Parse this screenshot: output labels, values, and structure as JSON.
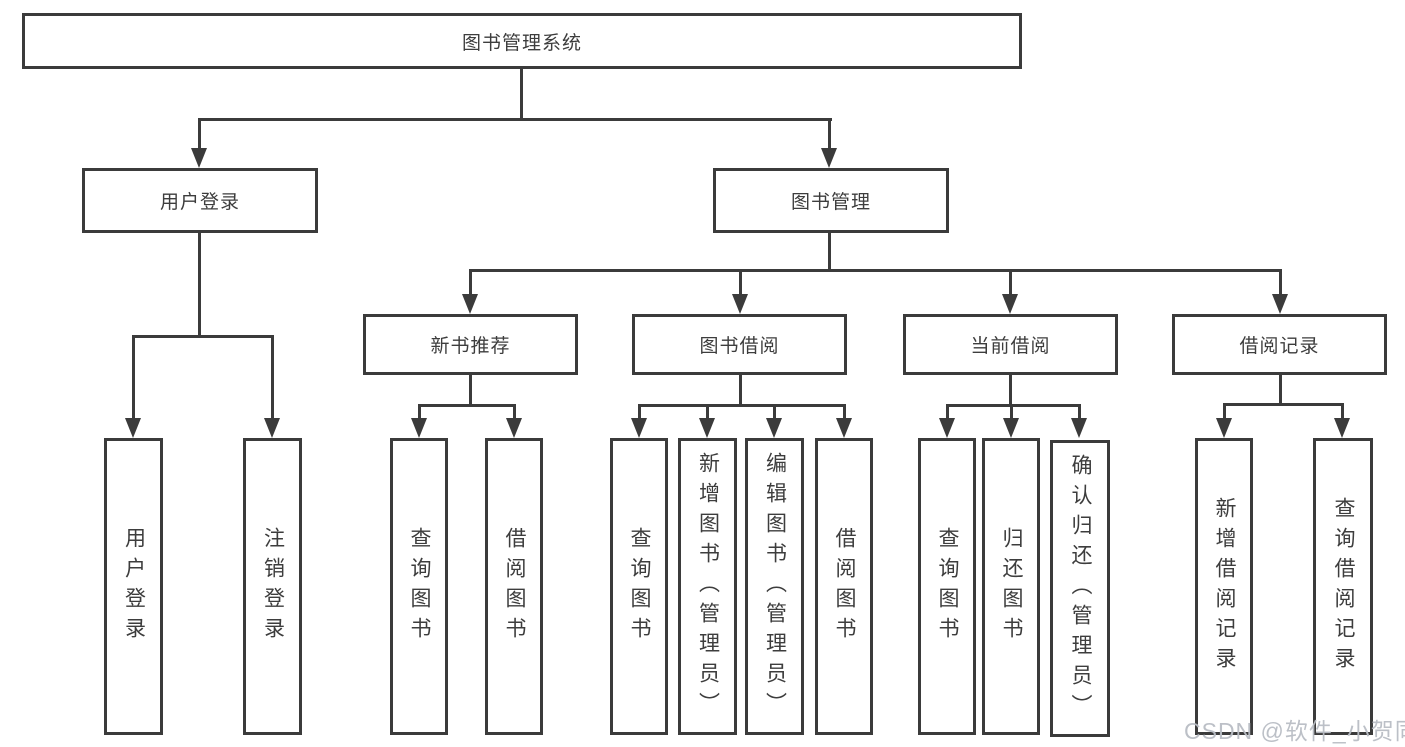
{
  "tree": {
    "label": "图书管理系统",
    "children": [
      {
        "label": "用户登录",
        "children": [
          {
            "label": "用户登录"
          },
          {
            "label": "注销登录"
          }
        ]
      },
      {
        "label": "图书管理",
        "children": [
          {
            "label": "新书推荐",
            "children": [
              {
                "label": "查询图书"
              },
              {
                "label": "借阅图书"
              }
            ]
          },
          {
            "label": "图书借阅",
            "children": [
              {
                "label": "查询图书"
              },
              {
                "label": "新增图书（管理员）"
              },
              {
                "label": "编辑图书（管理员）"
              },
              {
                "label": "借阅图书"
              }
            ]
          },
          {
            "label": "当前借阅",
            "children": [
              {
                "label": "查询图书"
              },
              {
                "label": "归还图书"
              },
              {
                "label": "确认归还（管理员）"
              }
            ]
          },
          {
            "label": "借阅记录",
            "children": [
              {
                "label": "新增借阅记录"
              },
              {
                "label": "查询借阅记录"
              }
            ]
          }
        ]
      }
    ]
  },
  "watermark": {
    "text": "CSDN @软件_小贺同学"
  },
  "colors": {
    "line": "#3b3b3b",
    "text": "#3d3d3d",
    "background": "#ffffff",
    "watermark": "#b8bdc4"
  }
}
